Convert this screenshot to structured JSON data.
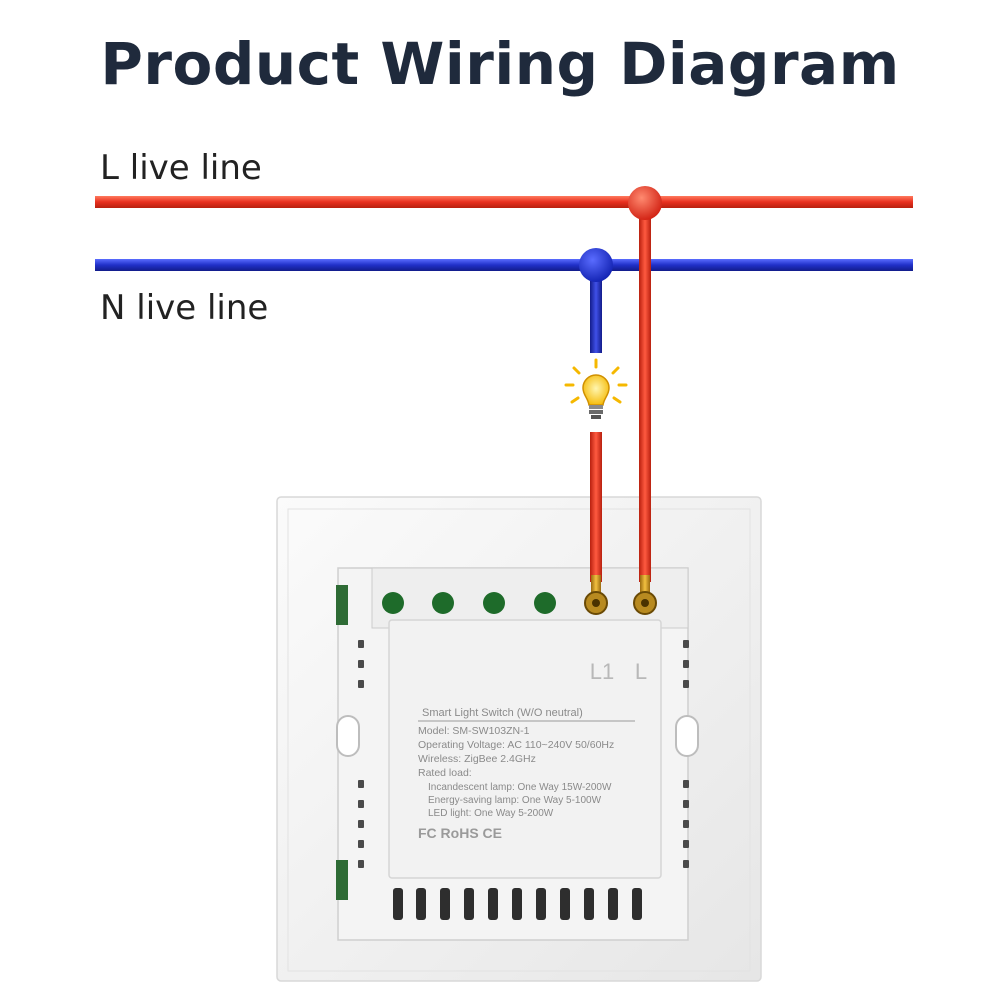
{
  "title": "Product Wiring Diagram",
  "wires": {
    "live_label": "L live line",
    "neutral_label": "N live line",
    "live_color": "#e8301f",
    "neutral_color": "#2030c8"
  },
  "switch": {
    "terminal_l1": "L1",
    "terminal_l": "L",
    "label_title": "Smart Light Switch (W/O neutral)",
    "label_lines": [
      "Model: SM-SW103ZN-1",
      "Operating Voltage: AC 110~240V  50/60Hz",
      "Wireless: ZigBee 2.4GHz",
      "Rated load:"
    ],
    "load_lines": [
      "Incandescent lamp: One Way 15W-200W",
      "Energy-saving lamp: One Way 5-100W",
      "LED light: One Way 5-200W"
    ],
    "certifications": "FC RoHS CE"
  },
  "icons": [
    "light-bulb-icon"
  ]
}
